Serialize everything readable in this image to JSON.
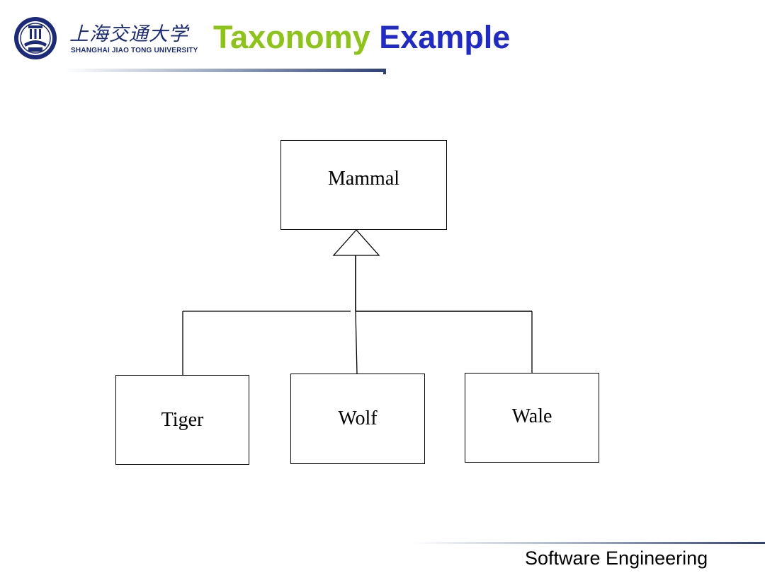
{
  "header": {
    "logo_cn": "上海交通大学",
    "logo_en": "SHANGHAI JIAO TONG UNIVERSITY",
    "title_part1": "Taxonomy",
    "title_part2": "Example"
  },
  "diagram": {
    "parent": {
      "label": "Mammal"
    },
    "children": [
      {
        "label": "Tiger"
      },
      {
        "label": "Wolf"
      },
      {
        "label": "Wale"
      }
    ]
  },
  "footer": {
    "course": "Software Engineering"
  },
  "colors": {
    "title_green": "#8cc516",
    "title_blue": "#1f2ac8",
    "logo_blue": "#1b2a7a"
  }
}
